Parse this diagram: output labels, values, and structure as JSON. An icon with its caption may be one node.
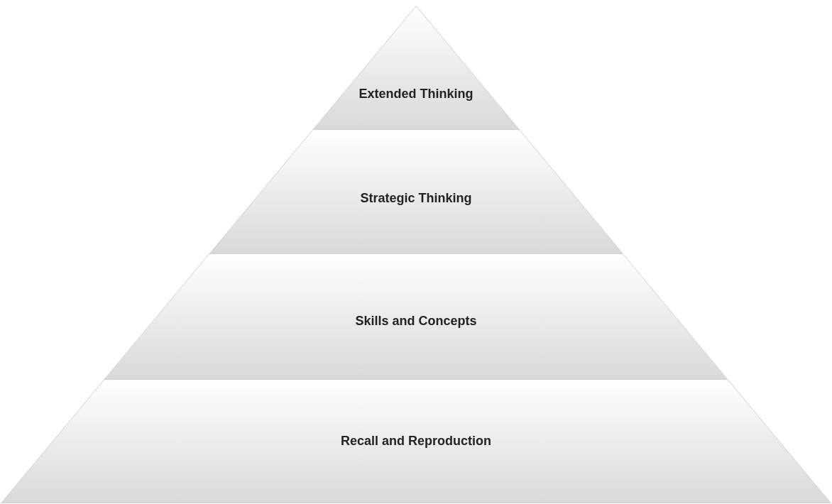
{
  "diagram": {
    "nodes": [
      {
        "text": [
          "Extended Thinking"
        ]
      },
      {
        "text": [
          "Strategic Thinking"
        ]
      },
      {
        "text": [
          "Skills and Concepts"
        ]
      },
      {
        "text": [
          "Recall and Reproduction"
        ]
      }
    ]
  }
}
